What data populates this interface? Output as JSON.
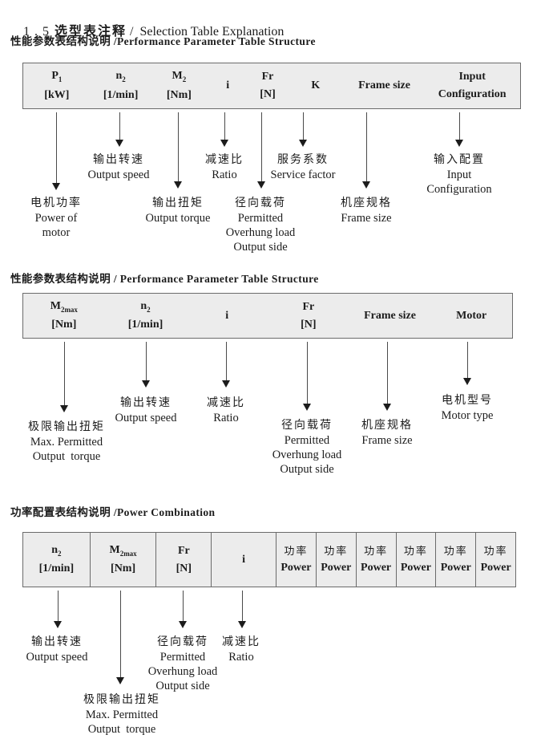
{
  "title": {
    "num": "1 . 5",
    "cn": "选型表注释",
    "en": "/  Selection Table Explanation"
  },
  "sections": [
    {
      "heading": "性能参数表结构说明 /Performance Parameter Table Structure",
      "table": {
        "cells": [
          {
            "main": "P",
            "sub": "1",
            "unit": "[kW]"
          },
          {
            "main": "n",
            "sub": "2",
            "unit": "[1/min]"
          },
          {
            "main": "M",
            "sub": "2",
            "unit": "[Nm]"
          },
          {
            "main": "i"
          },
          {
            "main": "Fr",
            "unit": "[N]"
          },
          {
            "main": "K"
          },
          {
            "main": "Frame size"
          },
          {
            "main": "Input",
            "unit": "Configuration"
          }
        ]
      },
      "callouts": [
        {
          "lines": [
            "电机功率",
            "Power of",
            "motor"
          ]
        },
        {
          "lines": [
            "输出转速",
            "Output speed"
          ]
        },
        {
          "lines": [
            "输出扭矩",
            "Output torque"
          ]
        },
        {
          "lines": [
            "减速比",
            "Ratio"
          ]
        },
        {
          "lines": [
            "径向载荷",
            "Permitted",
            "Overhung load",
            "Output side"
          ]
        },
        {
          "lines": [
            "服务系数",
            "Service factor"
          ]
        },
        {
          "lines": [
            "机座规格",
            "Frame size"
          ]
        },
        {
          "lines": [
            "输入配置",
            "Input",
            "Configuration"
          ]
        }
      ]
    },
    {
      "heading": "性能参数表结构说明 / Performance Parameter Table Structure",
      "table": {
        "cells": [
          {
            "main": "M",
            "sub": "2max",
            "unit": "[Nm]"
          },
          {
            "main": "n",
            "sub": "2",
            "unit": "[1/min]"
          },
          {
            "main": "i"
          },
          {
            "main": "Fr",
            "unit": "[N]"
          },
          {
            "main": "Frame size"
          },
          {
            "main": "Motor"
          }
        ]
      },
      "callouts": [
        {
          "lines": [
            "极限输出扭矩",
            "Max. Permitted",
            "Output  torque"
          ]
        },
        {
          "lines": [
            "输出转速",
            "Output speed"
          ]
        },
        {
          "lines": [
            "减速比",
            "Ratio"
          ]
        },
        {
          "lines": [
            "径向载荷",
            "Permitted",
            "Overhung load",
            "Output side"
          ]
        },
        {
          "lines": [
            "机座规格",
            "Frame size"
          ]
        },
        {
          "lines": [
            "电机型号",
            "Motor type"
          ]
        }
      ]
    },
    {
      "heading": "功率配置表结构说明 /Power Combination",
      "table": {
        "cells": [
          {
            "main": "n",
            "sub": "2",
            "unit": "[1/min]"
          },
          {
            "main": "M",
            "sub": "2max",
            "unit": "[Nm]"
          },
          {
            "main": "Fr",
            "unit": "[N]"
          },
          {
            "main": "i"
          },
          {
            "main": "功率",
            "unit": "Power"
          },
          {
            "main": "功率",
            "unit": "Power"
          },
          {
            "main": "功率",
            "unit": "Power"
          },
          {
            "main": "功率",
            "unit": "Power"
          },
          {
            "main": "功率",
            "unit": "Power"
          },
          {
            "main": "功率",
            "unit": "Power"
          }
        ]
      },
      "callouts": [
        {
          "lines": [
            "输出转速",
            "Output speed"
          ]
        },
        {
          "lines": [
            "极限输出扭矩",
            "Max. Permitted",
            "Output  torque"
          ]
        },
        {
          "lines": [
            "径向载荷",
            "Permitted",
            "Overhung load",
            "Output side"
          ]
        },
        {
          "lines": [
            "减速比",
            "Ratio"
          ]
        }
      ]
    }
  ]
}
